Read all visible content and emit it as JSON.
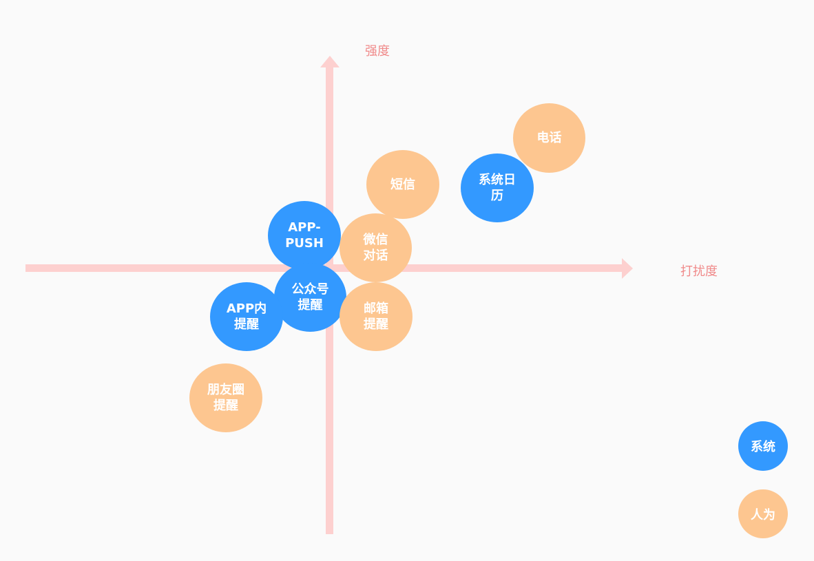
{
  "axes": {
    "x_label": "打扰度",
    "y_label": "强度"
  },
  "colors": {
    "axis": "#fdd0cf",
    "axis_label": "#f08a8a",
    "system": "#3399ff",
    "human": "#fdc690"
  },
  "bubbles": [
    {
      "id": "phone",
      "label": "电话",
      "category": "human"
    },
    {
      "id": "system-calendar",
      "label": "系统日\n历",
      "category": "system"
    },
    {
      "id": "sms",
      "label": "短信",
      "category": "human"
    },
    {
      "id": "app-push",
      "label": "APP-\nPUSH",
      "category": "system"
    },
    {
      "id": "wechat-chat",
      "label": "微信\n对话",
      "category": "human"
    },
    {
      "id": "official-account",
      "label": "公众号\n提醒",
      "category": "system"
    },
    {
      "id": "in-app",
      "label": "APP内\n提醒",
      "category": "system"
    },
    {
      "id": "email",
      "label": "邮箱\n提醒",
      "category": "human"
    },
    {
      "id": "moments",
      "label": "朋友圈\n提醒",
      "category": "human"
    }
  ],
  "legend": [
    {
      "label": "系统",
      "category": "system"
    },
    {
      "label": "人为",
      "category": "human"
    }
  ]
}
